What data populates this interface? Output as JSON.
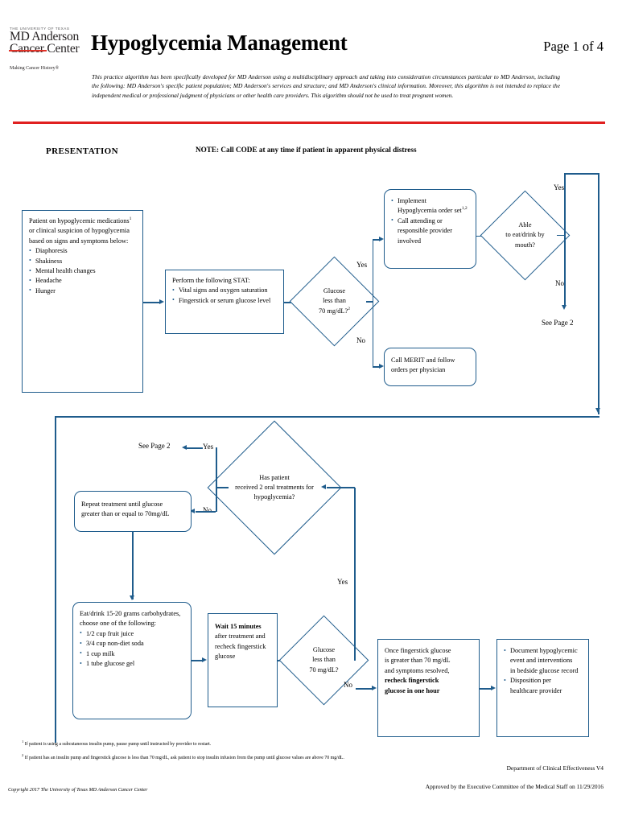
{
  "header": {
    "logo": {
      "university": "THE UNIVERSITY OF TEXAS",
      "line1": "MD Anderson",
      "line2": "Cancer Center",
      "tagline": "Making Cancer History®",
      "strike_color": "#e03127"
    },
    "title": "Hypoglycemia Management",
    "page_indicator": "Page 1 of 4",
    "disclaimer": "This practice algorithm has been specifically developed for MD Anderson using a multidisciplinary approach and taking into consideration circumstances particular to MD Anderson, including the following: MD Anderson's specific patient population; MD Anderson's services and structure; and MD Anderson's clinical information. Moreover, this algorithm is not intended to replace the independent medical or professional judgment of physicians or other health care providers. This algorithm should not be used to treat pregnant women.",
    "rule_color": "#e02020"
  },
  "flow": {
    "section_label": "PRESENTATION",
    "note": "NOTE: Call CODE at any time if patient in apparent physical distress",
    "accent_color": "#1F5C8C",
    "presentation_box": {
      "intro": "Patient on hypoglycemic medications",
      "intro_sup": "1",
      "intro_rest": " or clinical suspicion of hypoglycemia based on signs and symptoms below:",
      "items": [
        "Diaphoresis",
        "Shakiness",
        "Mental health changes",
        "Headache",
        "Hunger"
      ]
    },
    "stat_box": {
      "heading": "Perform the following STAT:",
      "items": [
        "Vital signs and oxygen saturation",
        "Fingerstick or serum glucose level"
      ]
    },
    "decision_glucose_1": {
      "line1": "Glucose",
      "line2": "less than",
      "line3": "70 mg/dL?",
      "sup": "2"
    },
    "implement_box": {
      "item1_a": "Implement",
      "item1_b": "Hypoglycemia order set",
      "item1_sup": "1,2",
      "item2_a": "Call attending or",
      "item2_b": "responsible provider",
      "item2_c": "involved"
    },
    "merit_box": {
      "line1": "Call MERIT and follow",
      "line2": "orders per physician"
    },
    "decision_able": {
      "line1": "Able",
      "line2": "to eat/drink by",
      "line3": "mouth?"
    },
    "decision_oral": {
      "line1": "Has patient",
      "line2": "received 2 oral treatments for",
      "line3": "hypoglycemia?"
    },
    "repeat_box": {
      "line1": "Repeat treatment until glucose",
      "line2": "greater than or equal to 70mg/dL"
    },
    "carb_box": {
      "heading_1": "Eat/drink 15-20 grams carbohydrates,",
      "heading_2": "choose one of the following:",
      "items": [
        "1/2 cup fruit juice",
        "3/4 cup non-diet soda",
        "1 cup milk",
        "1 tube glucose gel"
      ]
    },
    "wait_box": {
      "bold_text": "Wait 15 minutes",
      "line2": "after treatment and",
      "line3": "recheck fingerstick",
      "line4": "glucose"
    },
    "decision_glucose_2": {
      "line1": "Glucose",
      "line2": "less than",
      "line3": "70 mg/dL?"
    },
    "resolved_box": {
      "line1": "Once fingerstick glucose",
      "line2": "is greater than 70 mg/dL",
      "line3": "and symptoms resolved,",
      "bold1": "recheck fingerstick",
      "bold2": "glucose in one hour"
    },
    "document_box": {
      "item1_a": "Document hypoglycemic",
      "item1_b": "event and interventions",
      "item1_c": "in bedside glucose record",
      "item2_a": "Disposition per",
      "item2_b": "healthcare provider"
    },
    "labels": {
      "yes_1": "Yes",
      "no_1": "No",
      "yes_2": "Yes",
      "no_2": "No",
      "see_page_2_a": "See Page 2",
      "yes_3": "Yes",
      "no_3": "No",
      "see_page_2_b": "See Page 2",
      "yes_4": "Yes",
      "no_4": "No"
    }
  },
  "footnotes": [
    {
      "marker": "1",
      "text": "If patient is using a subcutaneous insulin pump, pause pump until instructed by provider to restart."
    },
    {
      "marker": "2",
      "text": "If patient has an insulin pump and fingerstick glucose is less than 70 mg/dL, ask patient to stop insulin infusion from the pump until glucose values are above 70 mg/dL."
    }
  ],
  "footer": {
    "copyright": "Copyright 2017 The University of Texas MD Anderson Cancer Center",
    "department": "Department of Clinical Effectiveness V4",
    "approved": "Approved by the Executive Committee of the Medical Staff on 11/29/2016"
  }
}
